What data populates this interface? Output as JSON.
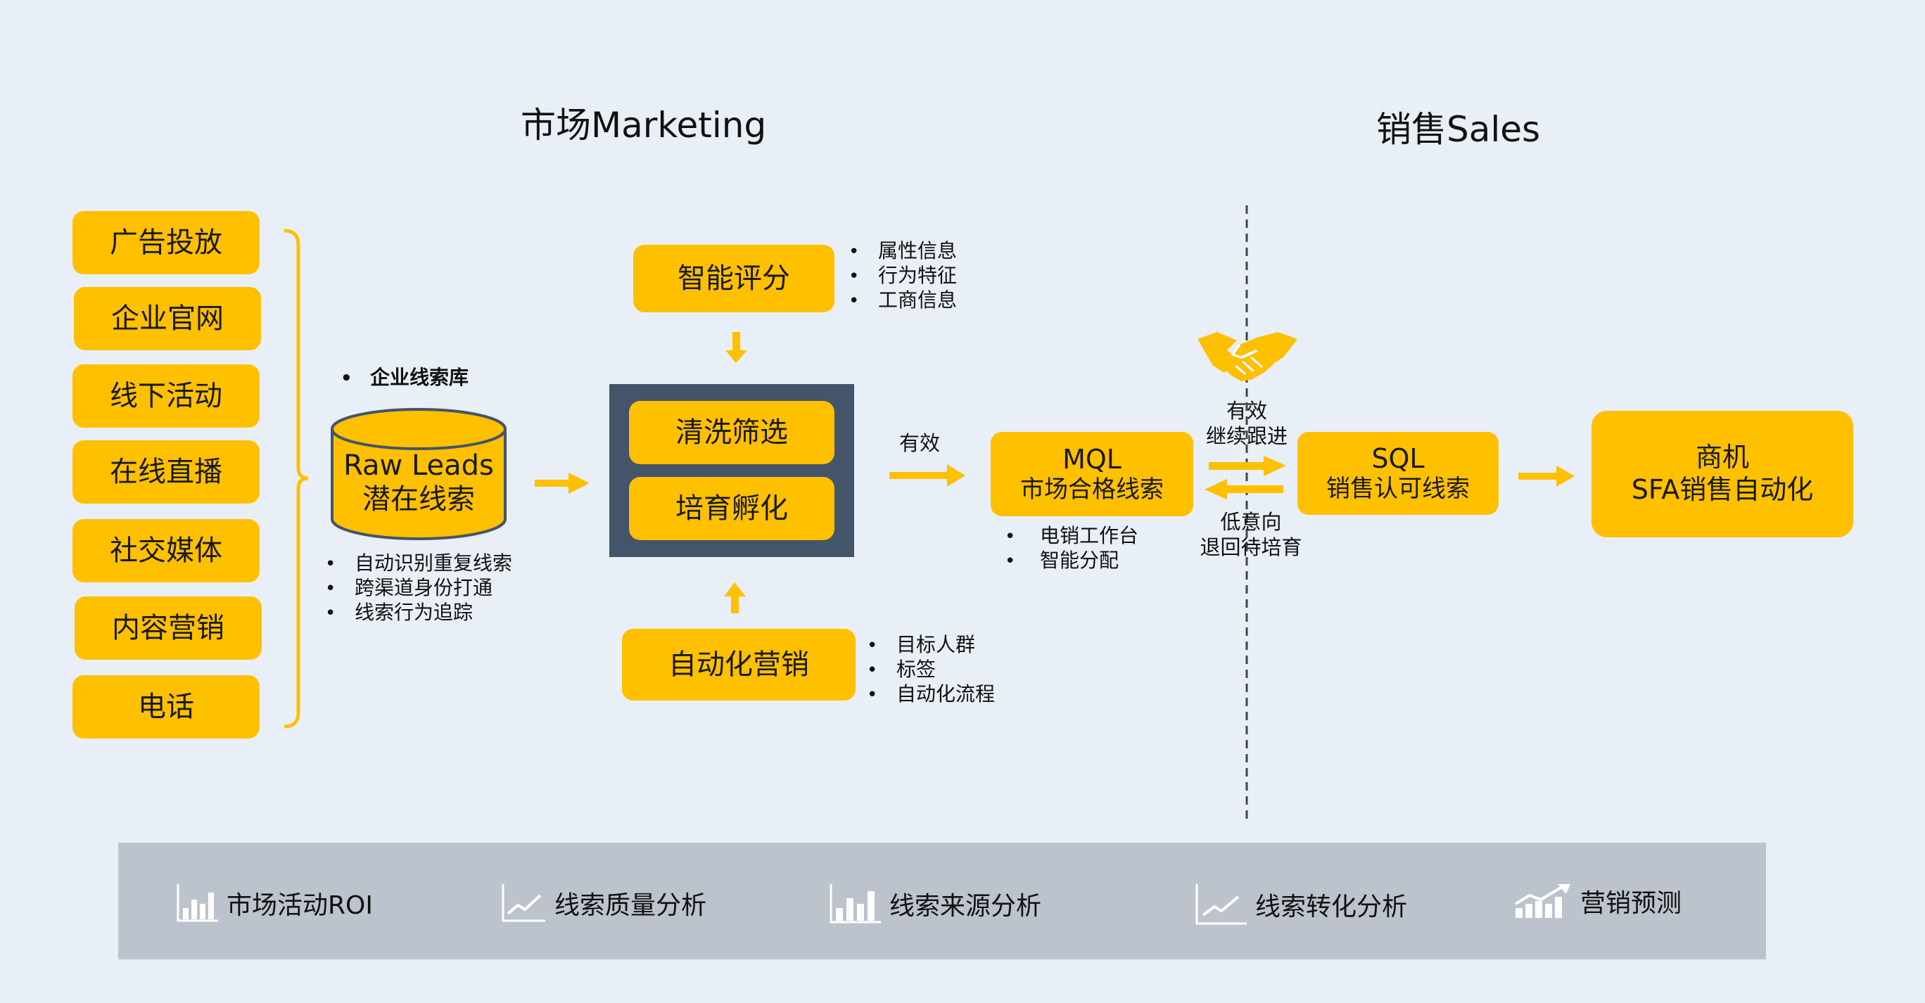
{
  "titles": {
    "marketing": "市场Marketing",
    "sales": "销售Sales"
  },
  "sources": [
    "广告投放",
    "企业官网",
    "线下活动",
    "在线直播",
    "社交媒体",
    "内容营销",
    "电话"
  ],
  "lead_db": {
    "heading": "企业线索库",
    "line1": "Raw Leads",
    "line2": "潜在线索",
    "bullets": [
      "自动识别重复线索",
      "跨渠道身份打通",
      "线索行为追踪"
    ]
  },
  "scoring": {
    "label": "智能评分",
    "bullets": [
      "属性信息",
      "行为特征",
      "工商信息"
    ]
  },
  "process": {
    "clean": "清洗筛选",
    "nurture": "培育孵化"
  },
  "automation": {
    "label": "自动化营销",
    "bullets": [
      "目标人群",
      "标签",
      "自动化流程"
    ]
  },
  "flow_labels": {
    "valid": "有效",
    "valid_follow_1": "有效",
    "valid_follow_2": "继续跟进",
    "low_intent_1": "低意向",
    "low_intent_2": "退回待培育"
  },
  "mql": {
    "line1": "MQL",
    "line2": "市场合格线索",
    "bullets": [
      "电销工作台",
      "智能分配"
    ]
  },
  "sql": {
    "line1": "SQL",
    "line2": "销售认可线索"
  },
  "opportunity": {
    "line1": "商机",
    "line2": "SFA销售自动化"
  },
  "analytics": [
    {
      "label": "市场活动ROI",
      "icon": "bar-chart-icon"
    },
    {
      "label": "线索质量分析",
      "icon": "line-chart-icon"
    },
    {
      "label": "线索来源分析",
      "icon": "bar-chart-icon"
    },
    {
      "label": "线索转化分析",
      "icon": "line-chart-icon"
    },
    {
      "label": "营销预测",
      "icon": "trend-chart-icon"
    }
  ],
  "colors": {
    "box": "#ffc000",
    "background": "#e9eff7",
    "process_frame": "#44546a",
    "bar": "#bcc3cc"
  }
}
